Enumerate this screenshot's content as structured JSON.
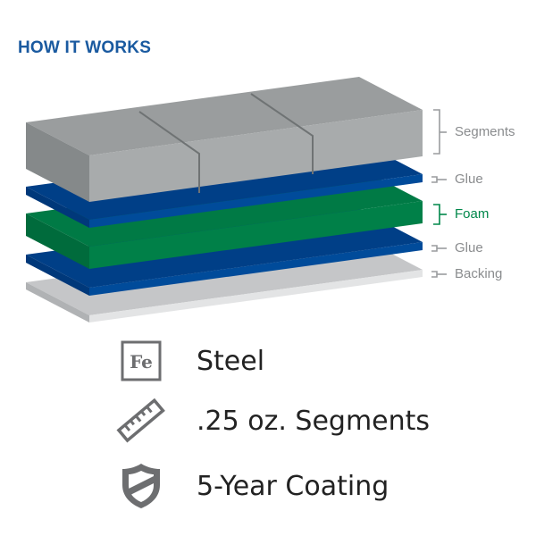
{
  "header": {
    "title": "HOW IT WORKS"
  },
  "layers": [
    {
      "name": "Segments",
      "color": "#a8abac"
    },
    {
      "name": "Glue",
      "color": "#004b9a"
    },
    {
      "name": "Foam",
      "color": "#008048"
    },
    {
      "name": "Glue",
      "color": "#004b9a"
    },
    {
      "name": "Backing",
      "color": "#e3e4e5"
    }
  ],
  "features": [
    {
      "icon": "iron-element-icon",
      "icon_text": "Fe",
      "label": "Steel"
    },
    {
      "icon": "ruler-icon",
      "label": ".25 oz. Segments"
    },
    {
      "icon": "shield-icon",
      "label": "5-Year Coating"
    }
  ],
  "colors": {
    "title": "#1a5aa0",
    "label": "#8a8c8e",
    "foam_label": "#00874a",
    "icon": "#6d6e70"
  }
}
